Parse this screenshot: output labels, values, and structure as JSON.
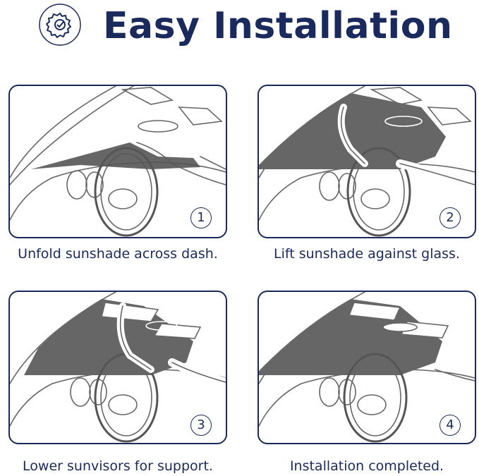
{
  "header": {
    "title": "Easy Installation",
    "logo_icon": "gear-check-icon"
  },
  "colors": {
    "navy": "#1b2a5c",
    "shade": "#555555",
    "line": "#666666"
  },
  "steps": [
    {
      "number": "1",
      "caption": "Unfold sunshade across dash."
    },
    {
      "number": "2",
      "caption": "Lift sunshade against glass."
    },
    {
      "number": "3",
      "caption": "Lower sunvisors for support."
    },
    {
      "number": "4",
      "caption": "Installation completed."
    }
  ]
}
